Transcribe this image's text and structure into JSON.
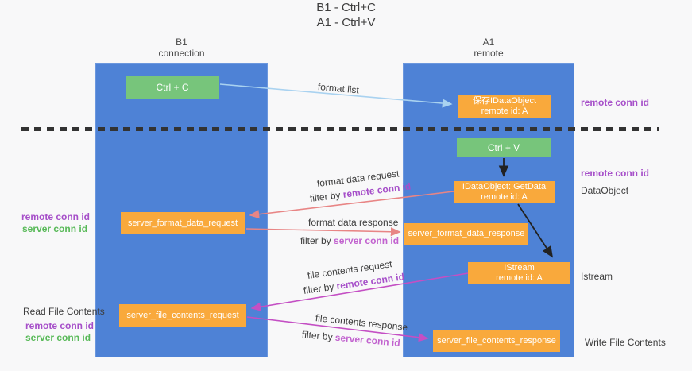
{
  "title": {
    "line1": "B1 - Ctrl+C",
    "line2": "A1 - Ctrl+V"
  },
  "columns": {
    "b1": {
      "name": "B1",
      "subtitle": "connection"
    },
    "a1": {
      "name": "A1",
      "subtitle": "remote"
    }
  },
  "boxes": {
    "ctrl_c": {
      "label": "Ctrl + C"
    },
    "save_idataobject": {
      "line1": "保存IDataObject",
      "line2": "remote id: A"
    },
    "ctrl_v": {
      "label": "Ctrl + V"
    },
    "getdata": {
      "line1": "IDataObject::GetData",
      "line2": "remote id: A"
    },
    "server_format_data_request": {
      "label": "server_format_data_request"
    },
    "server_format_data_response": {
      "label": "server_format_data_response"
    },
    "istream": {
      "line1": "IStream",
      "line2": "remote id: A"
    },
    "server_file_contents_request": {
      "label": "server_file_contents_request"
    },
    "server_file_contents_response": {
      "label": "server_file_contents_response"
    }
  },
  "labels": {
    "format_list": "format list",
    "format_data_request": "format data request",
    "format_data_response": "format data response",
    "file_contents_request": "file contents request",
    "file_contents_response": "file contents response",
    "filter_by": "filter by",
    "remote_conn_id": "remote conn id",
    "server_conn_id": "server conn id",
    "read_file_contents": "Read File Contents",
    "write_file_contents": "Write File Contents",
    "dataobject": "DataObject",
    "istream_side": "Istream"
  },
  "colors": {
    "column_blue": "#4e82d6",
    "node_green": "#77c57b",
    "node_orange": "#f9a93c",
    "arrow_light_blue": "#a9d2f0",
    "arrow_salmon": "#e88585",
    "arrow_magenta": "#c44fc4",
    "arrow_black": "#222222",
    "text_purple": "#a64fc9",
    "text_orchid": "#c263cf",
    "text_green": "#57b957",
    "dashed_line": "#333333",
    "background": "#f8f8f9"
  }
}
